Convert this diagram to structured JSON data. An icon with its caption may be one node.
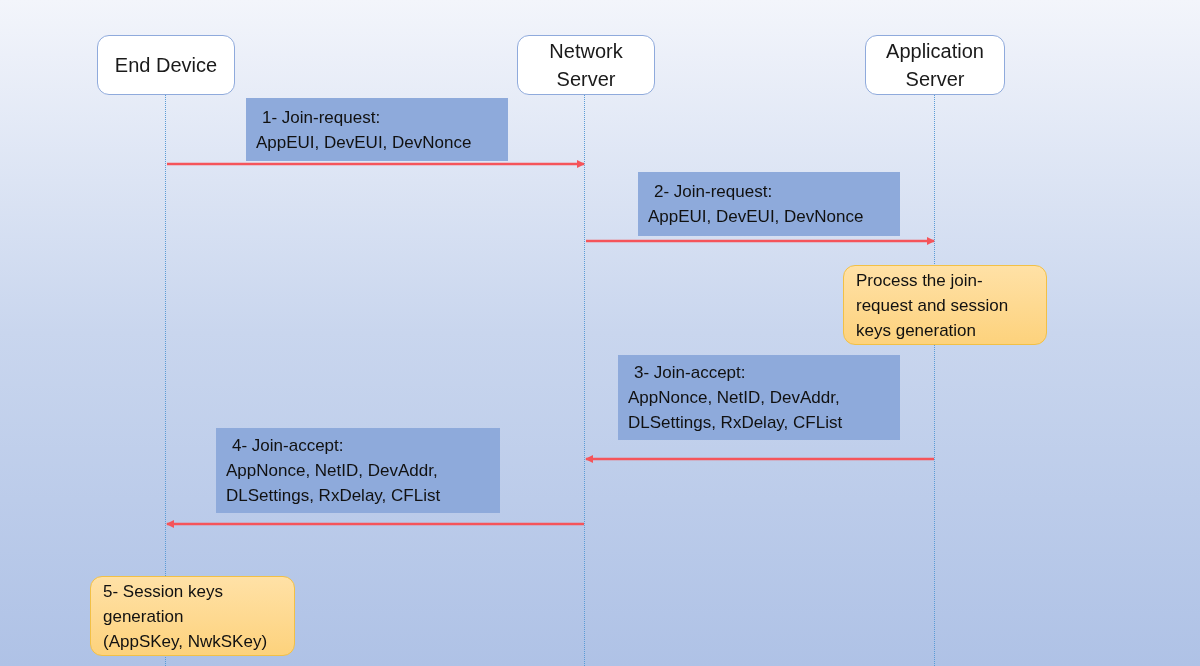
{
  "diagram": {
    "nodes": [
      {
        "text": [
          "End Device"
        ]
      },
      {
        "text": [
          "Network Server"
        ]
      },
      {
        "text": [
          "Application Server"
        ]
      },
      {
        "text": [
          "1- Join-request:",
          "AppEUI, DevEUI, DevNonce"
        ]
      },
      {
        "text": [
          "2- Join-request:",
          "AppEUI, DevEUI, DevNonce"
        ]
      },
      {
        "text": [
          "Process the join-request and  session keys generation"
        ]
      },
      {
        "text": [
          "3- Join-accept:",
          "AppNonce, NetID, DevAddr, DLSettings, RxDelay, CFList"
        ]
      },
      {
        "text": [
          "4- Join-accept:",
          "AppNonce, NetID, DevAddr, DLSettings, RxDelay, CFList"
        ]
      },
      {
        "text": [
          "5- Session keys generation (AppSKey, NwkSKey)"
        ]
      },
      {
        "text": [],
        "shape": "line"
      },
      {
        "text": [],
        "shape": "line"
      },
      {
        "text": [],
        "shape": "line"
      }
    ],
    "edges": [
      {
        "from": 9,
        "to": 10,
        "arrow": "to"
      },
      {
        "from": 10,
        "to": 11,
        "arrow": "to"
      },
      {
        "from": 11,
        "to": 10,
        "arrow": "to"
      },
      {
        "from": 10,
        "to": 9,
        "arrow": "to"
      }
    ]
  }
}
